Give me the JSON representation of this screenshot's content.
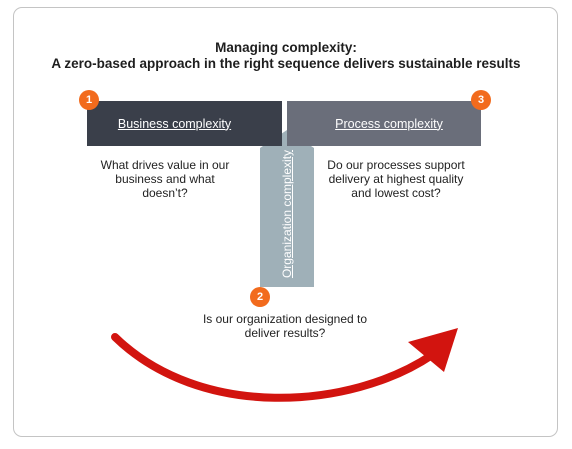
{
  "diagram": {
    "title_line1": "Managing complexity:",
    "title_line2": "A zero-based approach in the right sequence delivers sustainable results",
    "steps": [
      {
        "number": "1",
        "label": "Business complexity",
        "question": "What drives value in our business and what doesn’t?"
      },
      {
        "number": "2",
        "label": "Organization complexity",
        "question": "Is our organization designed to deliver results?"
      },
      {
        "number": "3",
        "label": "Process complexity",
        "question": "Do our processes support delivery at highest quality and lowest cost?"
      }
    ],
    "colors": {
      "business_box": "#3a3f4a",
      "process_box": "#6a6e7a",
      "organization_arrow": "#9fb0b8",
      "badge": "#f26b1d",
      "sweep_arrow": "#d2140f"
    }
  }
}
